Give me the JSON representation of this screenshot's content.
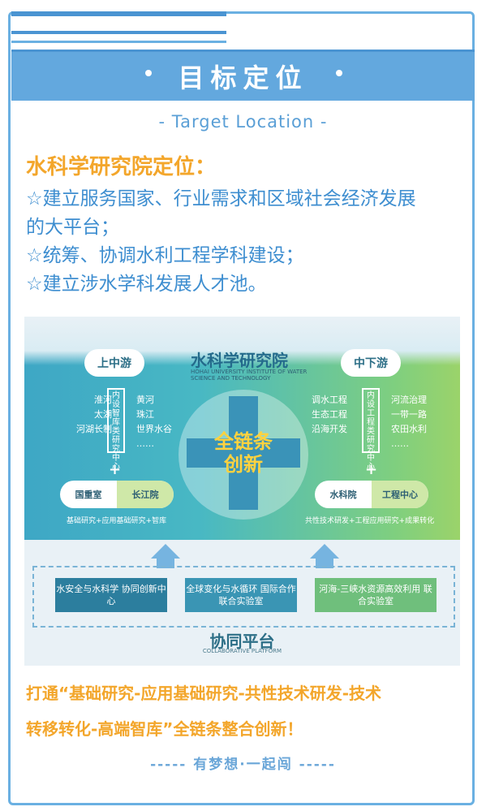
{
  "banner": {
    "title": "目标定位"
  },
  "subtitle": "- Target Location -",
  "intro": {
    "heading": "水科学研究院定位：",
    "lines": [
      "☆建立服务国家、行业需求和区域社会经济发展",
      "的大平台；",
      "☆统筹、协调水利工程学科建设；",
      "☆建立涉水学科发展人才池。"
    ]
  },
  "diagram": {
    "title": "水科学研究院",
    "subtitle": "HOHAI UNIVERSITY INSTITUTE OF WATER SCIENCE AND TECHNOLOGY",
    "center": [
      "全链条",
      "创新"
    ],
    "left": {
      "pill": "上中游",
      "col1": [
        "淮河",
        "太湖",
        "河湖长制"
      ],
      "vertical": "内设智库类研究中心",
      "col2": [
        "黄河",
        "珠江",
        "世界水谷",
        "……"
      ],
      "oval_left": "国重室",
      "oval_right": "长江院",
      "footnote": "基础研究+应用基础研究+智库"
    },
    "right": {
      "pill": "中下游",
      "col1": [
        "调水工程",
        "生态工程",
        "沿海开发"
      ],
      "vertical": "内设工程类研究中心",
      "col2": [
        "河流治理",
        "一带一路",
        "农田水利",
        "……"
      ],
      "oval_left": "水科院",
      "oval_right": "工程中心",
      "footnote": "共性技术研发+工程应用研究+成果转化"
    },
    "platforms": [
      {
        "label": "水安全与水科学 协同创新中心",
        "color": "#2c7e9e"
      },
      {
        "label": "全球变化与水循环 国际合作联合实验室",
        "color": "#3a95b4"
      },
      {
        "label": "河海-三峡水资源高效利用 联合实验室",
        "color": "#6fbf7c"
      }
    ],
    "collab_title": "协同平台",
    "collab_sub": "COLLABORATIVE PLATFORM"
  },
  "bottom": {
    "line1": "打通“基础研究-应用基础研究-共性技术研发-技术",
    "line2": "转移转化-高端智库”全链条整合创新！"
  },
  "motto": "----- 有梦想·一起闯 -----"
}
